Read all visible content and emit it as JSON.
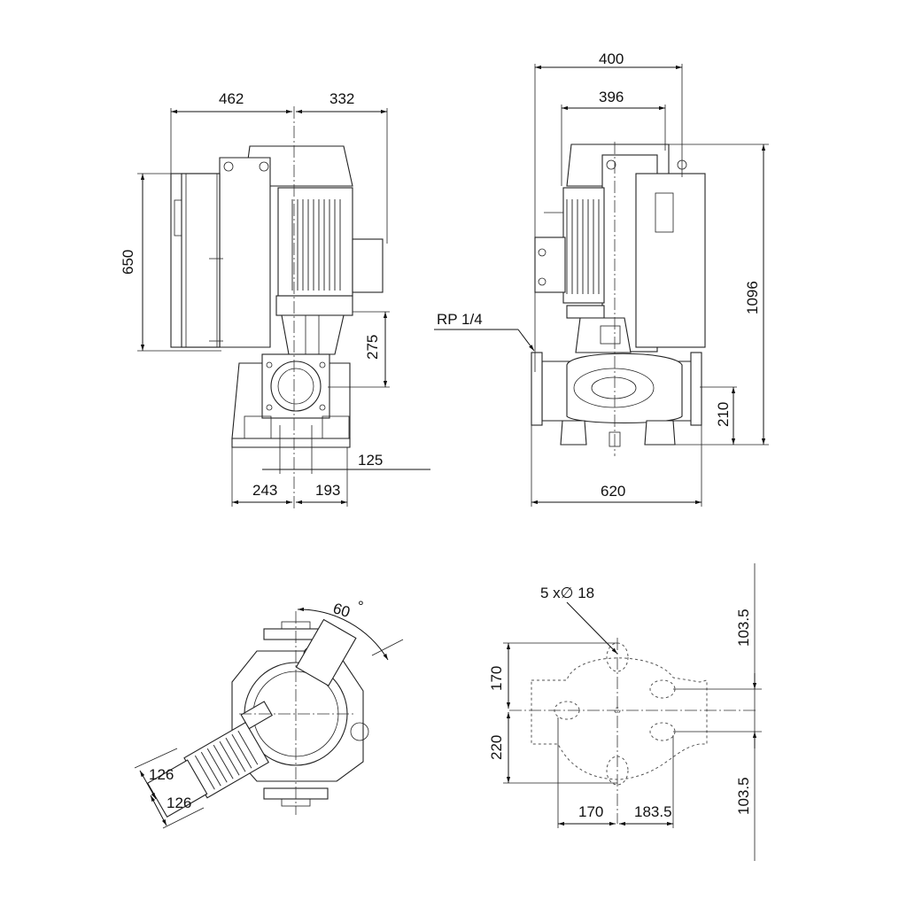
{
  "dimensions": {
    "front": {
      "width_left": "462",
      "width_right": "332",
      "height_controller": "650",
      "height_flange": "275",
      "flange_offset": "125",
      "base_left": "243",
      "base_right": "193"
    },
    "side": {
      "overall_width": "400",
      "inner_width": "396",
      "overall_height": "1096",
      "flange_height": "210",
      "length": "620",
      "port_label": "RP 1/4"
    },
    "top": {
      "angle": "60",
      "degree_symbol": "°",
      "width_a": "126",
      "width_b": "126"
    },
    "base": {
      "holes_label": "5  x∅ 18",
      "top_offset": "103.5",
      "bottom_offset": "103.5",
      "upper_half": "170",
      "lower_half": "220",
      "x_left": "170",
      "x_right": "183.5"
    }
  }
}
